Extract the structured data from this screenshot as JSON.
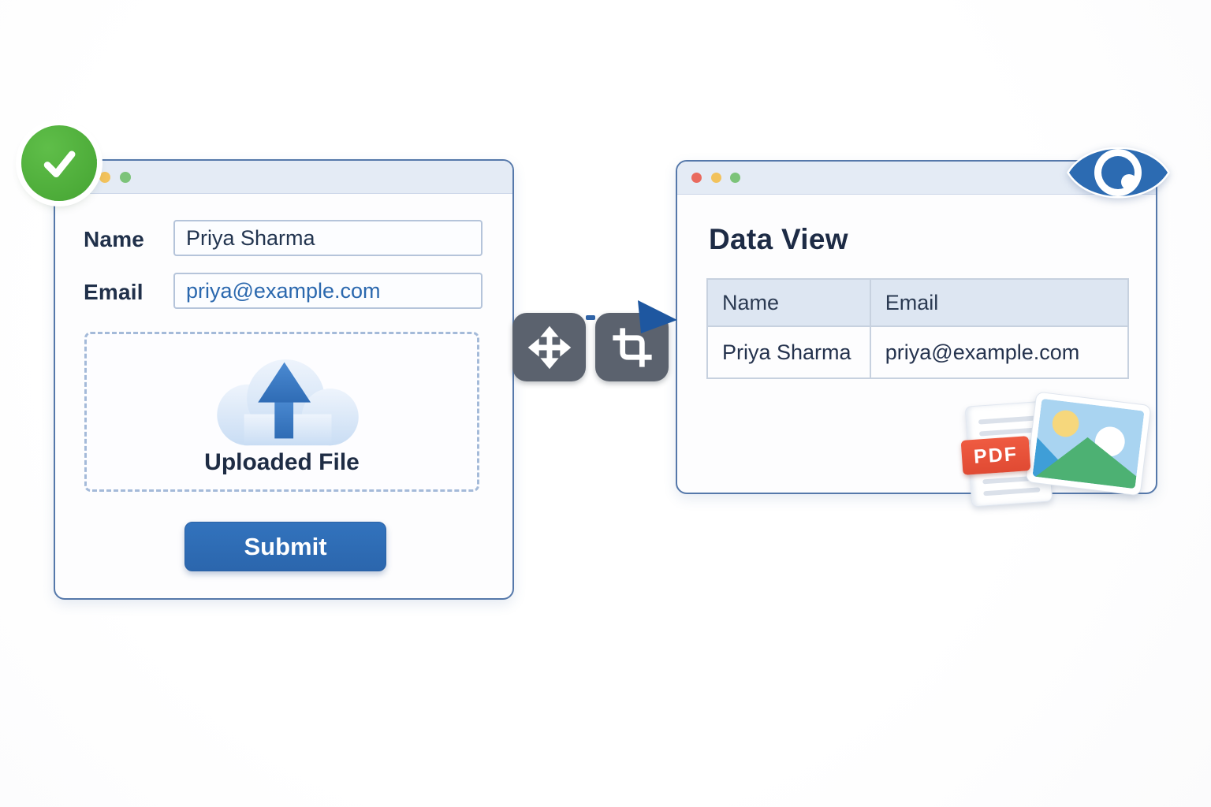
{
  "badge": {
    "icon": "check-icon",
    "meaning": "success"
  },
  "form_window": {
    "traffic_lights": [
      "#f2c25c",
      "#7cc379"
    ],
    "fields": [
      {
        "label": "Name",
        "value": "Priya Sharma"
      },
      {
        "label": "Email",
        "value": "priya@example.com"
      }
    ],
    "upload_area": {
      "icon": "cloud-upload-icon",
      "label": "Uploaded File"
    },
    "submit_label": "Submit"
  },
  "transfer": {
    "icons": [
      "move-icon",
      "crop-icon",
      "arrow-right-icon"
    ]
  },
  "data_view_window": {
    "traffic_lights": [
      "#e96a5e",
      "#f2c25c",
      "#7cc379"
    ],
    "title": "Data View",
    "corner_icon": "eye-icon",
    "table": {
      "headers": [
        "Name",
        "Email"
      ],
      "rows": [
        [
          "Priya Sharma",
          "priya@example.com"
        ]
      ]
    },
    "files": {
      "pdf_label": "PDF",
      "icons": [
        "pdf-file-icon",
        "image-file-icon"
      ]
    }
  },
  "colors": {
    "accent_blue": "#2e6db6",
    "navy_text": "#1e2c44",
    "email_blue": "#2b68ae",
    "window_border": "#5578aa",
    "titlebar_bg": "#e4ebf5",
    "tool_square_gray": "#5b626e",
    "flow_arrow_blue": "#1e57a0",
    "check_green": "#4fad3c",
    "eye_blue": "#2c6bb2",
    "pdf_red": "#e8503a",
    "table_header_bg": "#dde6f2"
  }
}
